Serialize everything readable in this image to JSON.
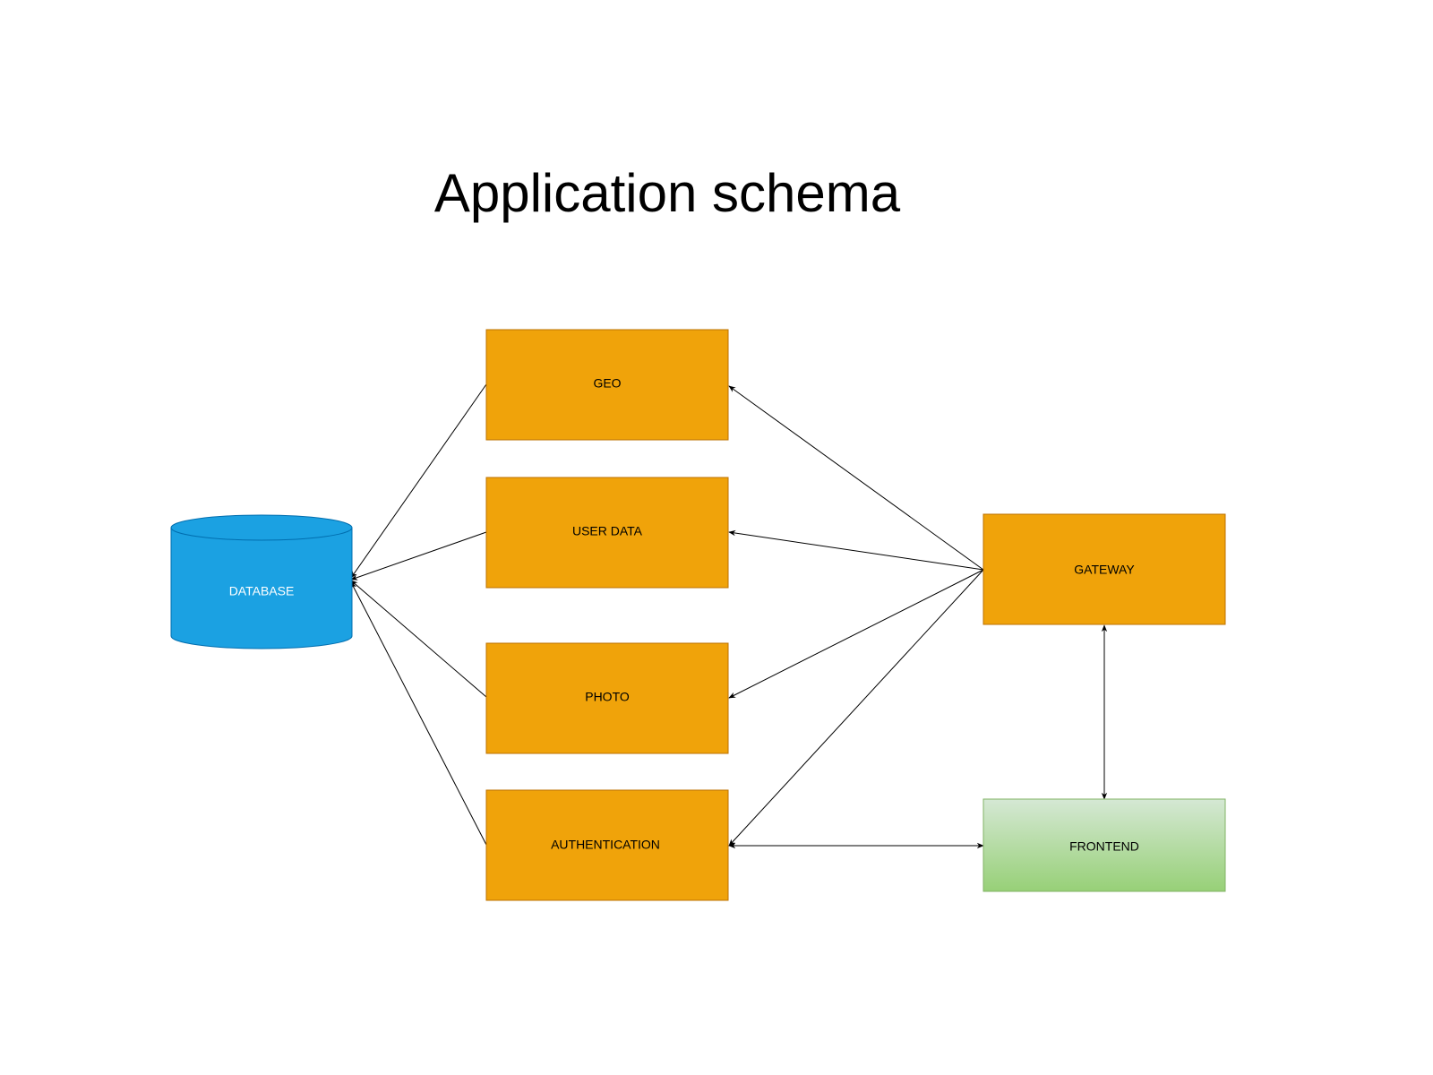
{
  "diagram": {
    "title": "Application schema",
    "nodes": {
      "database": {
        "label": "DATABASE",
        "fill": "#1BA1E2",
        "stroke": "#006EAF",
        "text_color": "#ffffff"
      },
      "geo": {
        "label": "GEO",
        "fill": "#F0A30A",
        "stroke": "#BD7000"
      },
      "user_data": {
        "label": "USER DATA",
        "fill": "#F0A30A",
        "stroke": "#BD7000"
      },
      "photo": {
        "label": "PHOTO",
        "fill": "#F0A30A",
        "stroke": "#BD7000"
      },
      "authentication": {
        "label": "AUTHENTICATION",
        "fill": "#F0A30A",
        "stroke": "#BD7000"
      },
      "gateway": {
        "label": "GATEWAY",
        "fill": "#F0A30A",
        "stroke": "#BD7000"
      },
      "frontend": {
        "label": "FRONTEND",
        "fill_top": "#D5E8D4",
        "fill_bottom": "#97D077",
        "stroke": "#82B366"
      }
    },
    "edges": [
      {
        "from": "geo",
        "to": "database",
        "arrow": "end"
      },
      {
        "from": "user_data",
        "to": "database",
        "arrow": "end"
      },
      {
        "from": "photo",
        "to": "database",
        "arrow": "end"
      },
      {
        "from": "authentication",
        "to": "database",
        "arrow": "end"
      },
      {
        "from": "gateway",
        "to": "geo",
        "arrow": "end"
      },
      {
        "from": "gateway",
        "to": "user_data",
        "arrow": "end"
      },
      {
        "from": "gateway",
        "to": "photo",
        "arrow": "end"
      },
      {
        "from": "gateway",
        "to": "authentication",
        "arrow": "end"
      },
      {
        "from": "gateway",
        "to": "frontend",
        "arrow": "both"
      },
      {
        "from": "authentication",
        "to": "frontend",
        "arrow": "both"
      }
    ]
  }
}
